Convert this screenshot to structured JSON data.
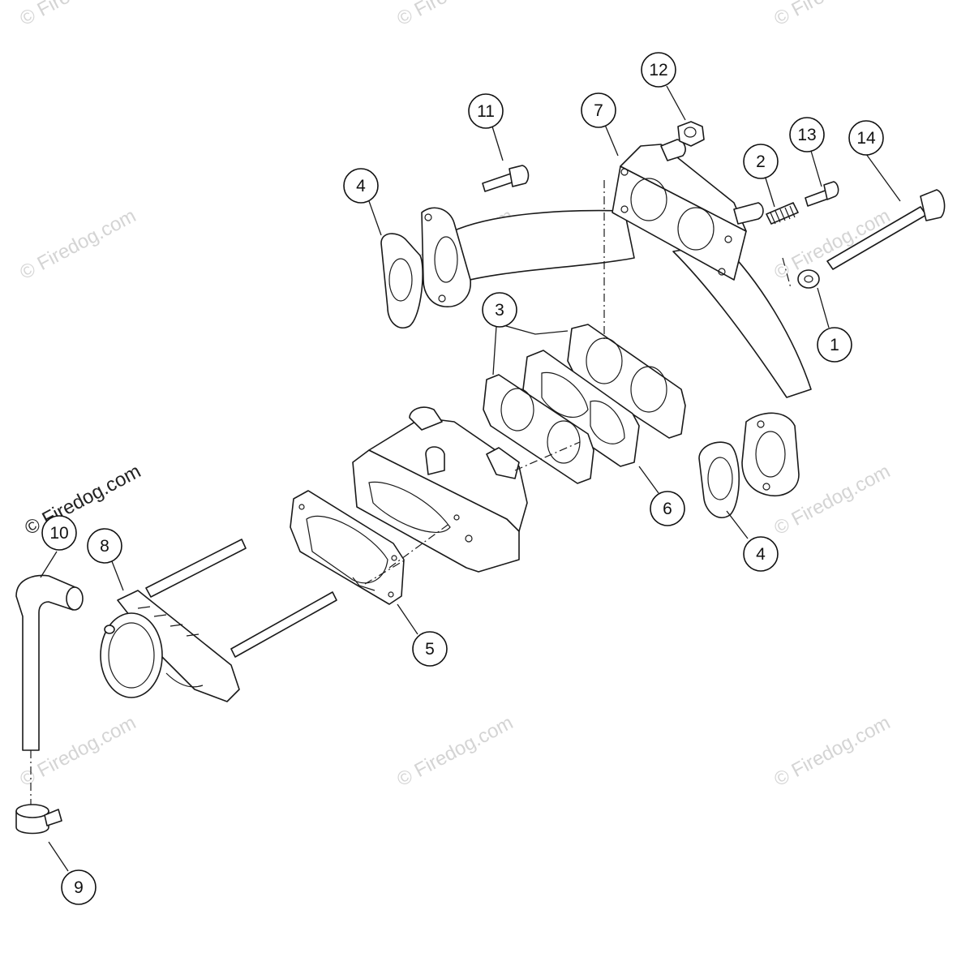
{
  "watermark": {
    "text": "© Firedog.com",
    "color": "#d4d4d4"
  },
  "callouts": [
    {
      "id": "c1",
      "label": "1"
    },
    {
      "id": "c2",
      "label": "2"
    },
    {
      "id": "c3",
      "label": "3"
    },
    {
      "id": "c4a",
      "label": "4"
    },
    {
      "id": "c4b",
      "label": "4"
    },
    {
      "id": "c5",
      "label": "5"
    },
    {
      "id": "c6",
      "label": "6"
    },
    {
      "id": "c7",
      "label": "7"
    },
    {
      "id": "c8",
      "label": "8"
    },
    {
      "id": "c9",
      "label": "9"
    },
    {
      "id": "c10",
      "label": "10"
    },
    {
      "id": "c11",
      "label": "11"
    },
    {
      "id": "c12",
      "label": "12"
    },
    {
      "id": "c13",
      "label": "13"
    },
    {
      "id": "c14",
      "label": "14"
    }
  ]
}
